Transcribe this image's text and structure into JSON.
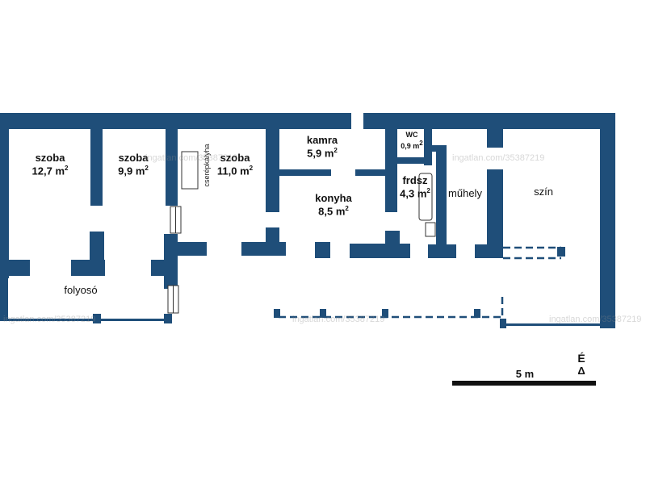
{
  "rooms": {
    "szoba1": {
      "name": "szoba",
      "area": "12,7 m²"
    },
    "szoba2": {
      "name": "szoba",
      "area": "9,9 m²"
    },
    "szoba3": {
      "name": "szoba",
      "area": "11,0 m²"
    },
    "kamra": {
      "name": "kamra",
      "area": "5,9 m²"
    },
    "wc": {
      "name": "WC",
      "area": "0,9 m²"
    },
    "frdsz": {
      "name": "frdsz",
      "area": "4,3 m²"
    },
    "konyha": {
      "name": "konyha",
      "area": "8,5 m²"
    },
    "muhely": {
      "name": "műhely"
    },
    "szin": {
      "name": "szín"
    },
    "folyoso": {
      "name": "folyosó"
    }
  },
  "fixtures": {
    "stove": "cserépkályha"
  },
  "scale": {
    "label": "5 m"
  },
  "compass": {
    "letter": "É",
    "arrow": "Δ"
  },
  "watermark": "ingatlan.com/35387219",
  "colors": {
    "wall": "#1f4e79",
    "text": "#111111"
  }
}
